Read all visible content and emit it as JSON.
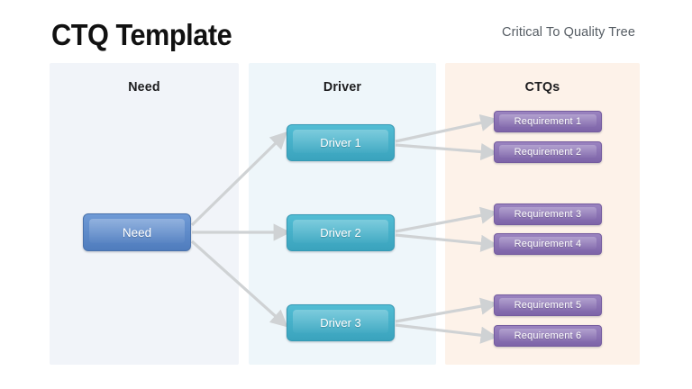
{
  "header": {
    "title": "CTQ Template",
    "subtitle": "Critical To Quality Tree"
  },
  "columns": [
    {
      "key": "need",
      "title": "Need",
      "background": "#f1f4f9"
    },
    {
      "key": "driver",
      "title": "Driver",
      "background": "#eef6fa"
    },
    {
      "key": "ctq",
      "title": "CTQs",
      "background": "#fdf2e9"
    }
  ],
  "nodes": {
    "need": {
      "label": "Need",
      "color": "#5b88c8"
    },
    "drivers": [
      {
        "label": "Driver 1",
        "color": "#45b3cb"
      },
      {
        "label": "Driver 2",
        "color": "#45b3cb"
      },
      {
        "label": "Driver 3",
        "color": "#45b3cb"
      }
    ],
    "requirements": [
      {
        "label": "Requirement  1",
        "color": "#8a71b0"
      },
      {
        "label": "Requirement  2",
        "color": "#8a71b0"
      },
      {
        "label": "Requirement  3",
        "color": "#8a71b0"
      },
      {
        "label": "Requirement  4",
        "color": "#8a71b0"
      },
      {
        "label": "Requirement  5",
        "color": "#8a71b0"
      },
      {
        "label": "Requirement  6",
        "color": "#8a71b0"
      }
    ]
  },
  "connectors": {
    "color": "#cfd2d4",
    "links": [
      {
        "from": "need",
        "to": "Driver 1"
      },
      {
        "from": "need",
        "to": "Driver 2"
      },
      {
        "from": "need",
        "to": "Driver 3"
      },
      {
        "from": "Driver 1",
        "to": "Requirement  1"
      },
      {
        "from": "Driver 1",
        "to": "Requirement  2"
      },
      {
        "from": "Driver 2",
        "to": "Requirement  3"
      },
      {
        "from": "Driver 2",
        "to": "Requirement  4"
      },
      {
        "from": "Driver 3",
        "to": "Requirement  5"
      },
      {
        "from": "Driver 3",
        "to": "Requirement  6"
      }
    ]
  }
}
